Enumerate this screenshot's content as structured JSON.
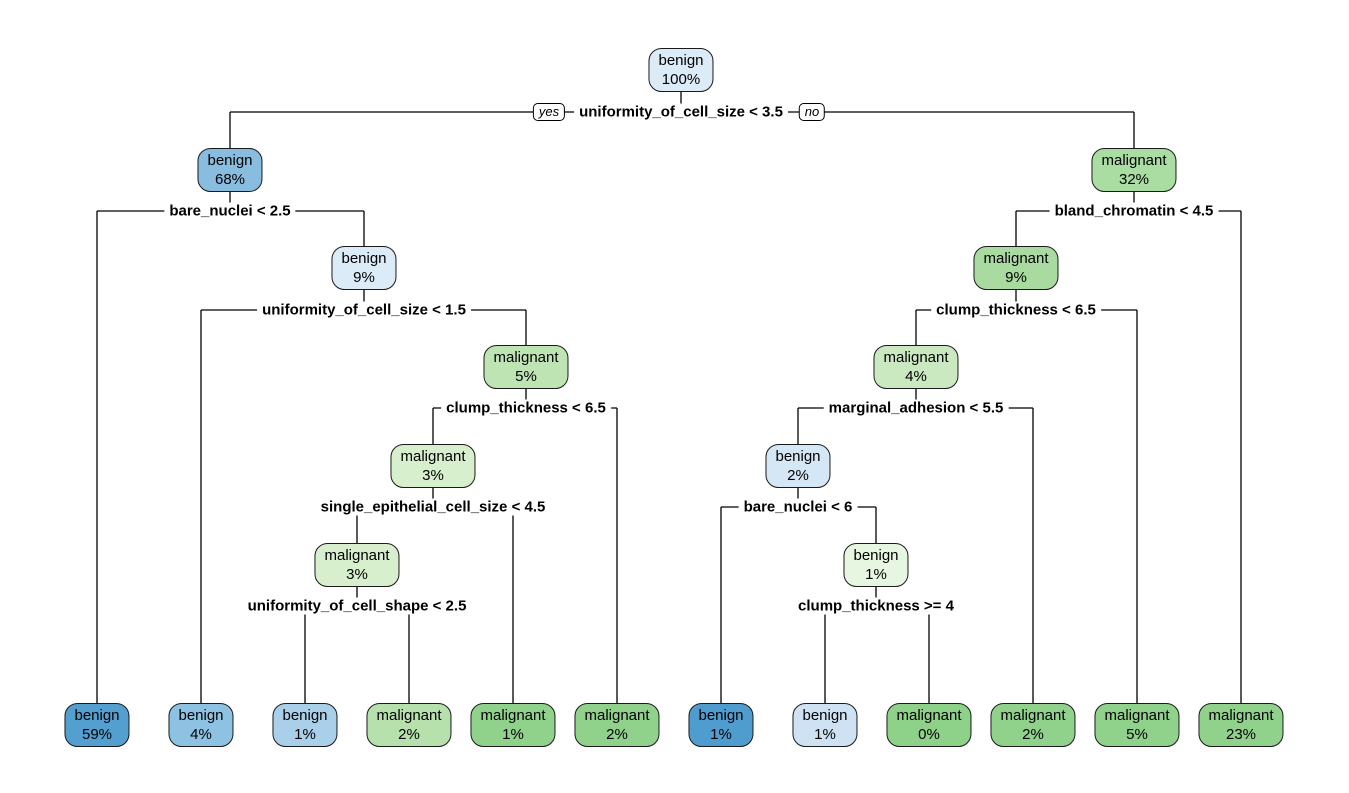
{
  "figure": {
    "type": "decision-tree-plot",
    "background": "#ffffff",
    "edge_color": "#000000",
    "branch_labels": {
      "yes": "yes",
      "no": "no"
    },
    "nodes": [
      {
        "id": 0,
        "label": "benign",
        "pct": "100%",
        "fill": "#dcebf8"
      },
      {
        "id": 1,
        "label": "benign",
        "pct": "68%",
        "fill": "#89bddf"
      },
      {
        "id": 2,
        "label": "malignant",
        "pct": "32%",
        "fill": "#aadda2"
      },
      {
        "id": 3,
        "label": "benign",
        "pct": "9%",
        "fill": "#dcebf8"
      },
      {
        "id": 4,
        "label": "malignant",
        "pct": "9%",
        "fill": "#a9dba0"
      },
      {
        "id": 5,
        "label": "malignant",
        "pct": "5%",
        "fill": "#bfe4b4"
      },
      {
        "id": 6,
        "label": "malignant",
        "pct": "4%",
        "fill": "#cbe9c1"
      },
      {
        "id": 7,
        "label": "malignant",
        "pct": "3%",
        "fill": "#d7efcd"
      },
      {
        "id": 8,
        "label": "benign",
        "pct": "2%",
        "fill": "#d5e6f5"
      },
      {
        "id": 9,
        "label": "malignant",
        "pct": "3%",
        "fill": "#d7efcd"
      },
      {
        "id": 10,
        "label": "benign",
        "pct": "1%",
        "fill": "#e7f6e1"
      },
      {
        "id": 11,
        "label": "benign",
        "pct": "59%",
        "fill": "#539fd0"
      },
      {
        "id": 12,
        "label": "benign",
        "pct": "4%",
        "fill": "#8ec2e2"
      },
      {
        "id": 13,
        "label": "benign",
        "pct": "1%",
        "fill": "#a9cfe9"
      },
      {
        "id": 14,
        "label": "malignant",
        "pct": "2%",
        "fill": "#b6e1ac"
      },
      {
        "id": 15,
        "label": "malignant",
        "pct": "1%",
        "fill": "#90d28b"
      },
      {
        "id": 16,
        "label": "malignant",
        "pct": "2%",
        "fill": "#90d28b"
      },
      {
        "id": 17,
        "label": "benign",
        "pct": "1%",
        "fill": "#4f9cce"
      },
      {
        "id": 18,
        "label": "benign",
        "pct": "1%",
        "fill": "#cfe2f3"
      },
      {
        "id": 19,
        "label": "malignant",
        "pct": "0%",
        "fill": "#8ed189"
      },
      {
        "id": 20,
        "label": "malignant",
        "pct": "2%",
        "fill": "#90d28b"
      },
      {
        "id": 21,
        "label": "malignant",
        "pct": "5%",
        "fill": "#90d28b"
      },
      {
        "id": 22,
        "label": "malignant",
        "pct": "23%",
        "fill": "#90d28b"
      }
    ],
    "splits": [
      {
        "condition": "uniformity_of_cell_size < 3.5",
        "parent": 0,
        "left_child": 1,
        "right_child": 2
      },
      {
        "condition": "bare_nuclei < 2.5",
        "parent": 1,
        "left_child": 11,
        "right_child": 3
      },
      {
        "condition": "bland_chromatin < 4.5",
        "parent": 2,
        "left_child": 4,
        "right_child": 22
      },
      {
        "condition": "uniformity_of_cell_size < 1.5",
        "parent": 3,
        "left_child": 12,
        "right_child": 5
      },
      {
        "condition": "clump_thickness < 6.5",
        "parent": 4,
        "left_child": 6,
        "right_child": 21
      },
      {
        "condition": "clump_thickness < 6.5",
        "parent": 5,
        "left_child": 7,
        "right_child": 16
      },
      {
        "condition": "marginal_adhesion < 5.5",
        "parent": 6,
        "left_child": 8,
        "right_child": 20
      },
      {
        "condition": "single_epithelial_cell_size < 4.5",
        "parent": 7,
        "left_child": 9,
        "right_child": 15
      },
      {
        "condition": "bare_nuclei < 6",
        "parent": 8,
        "left_child": 17,
        "right_child": 10
      },
      {
        "condition": "uniformity_of_cell_shape < 2.5",
        "parent": 9,
        "left_child": 13,
        "right_child": 14
      },
      {
        "condition": "clump_thickness >= 4",
        "parent": 10,
        "left_child": 18,
        "right_child": 19
      }
    ]
  }
}
